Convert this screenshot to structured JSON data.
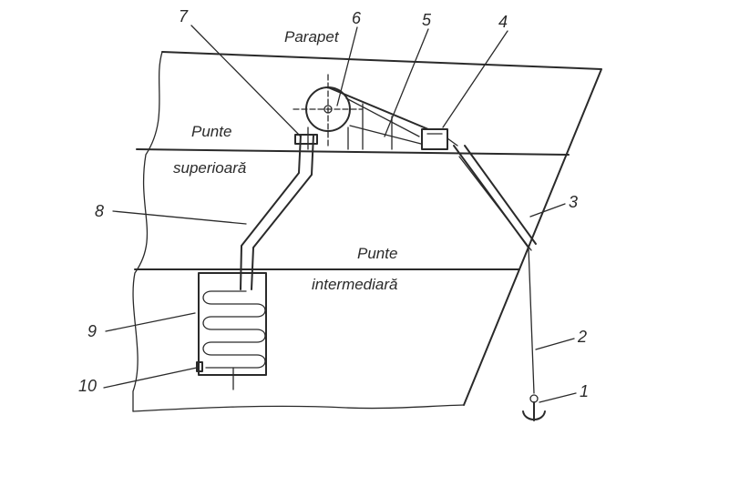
{
  "labels": {
    "parapet": "Parapet",
    "upper_deck_line1": "Punte",
    "upper_deck_line2": "superioară",
    "mid_deck_line1": "Punte",
    "mid_deck_line2": "intermediară"
  },
  "callouts": [
    "1",
    "2",
    "3",
    "4",
    "5",
    "6",
    "7",
    "8",
    "9",
    "10"
  ],
  "colors": {
    "ink": "#2a2a2a",
    "paper": "#ffffff"
  }
}
